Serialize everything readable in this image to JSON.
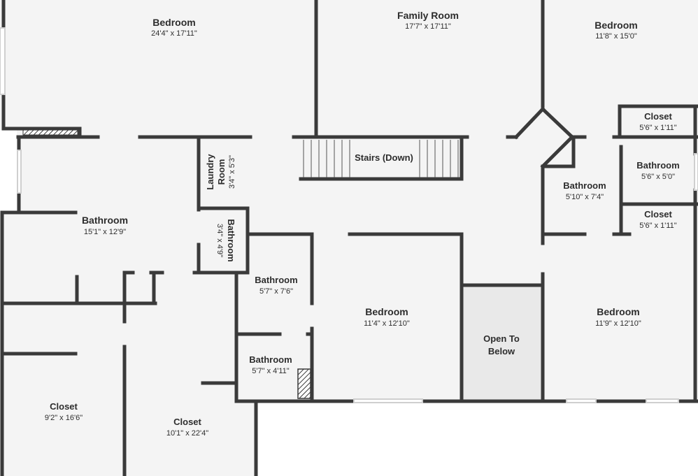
{
  "rooms": {
    "bedroom_nw": {
      "name": "Bedroom",
      "dims": "24'4\" x 17'11\""
    },
    "family_room": {
      "name": "Family Room",
      "dims": "17'7\" x 17'11\""
    },
    "bedroom_ne": {
      "name": "Bedroom",
      "dims": "11'8\" x 15'0\""
    },
    "closet_ne1": {
      "name": "Closet",
      "dims": "5'6\" x 1'11\""
    },
    "bathroom_ne": {
      "name": "Bathroom",
      "dims": "5'6\" x 5'0\""
    },
    "closet_ne2": {
      "name": "Closet",
      "dims": "5'6\" x 1'11\""
    },
    "bathroom_e": {
      "name": "Bathroom",
      "dims": "5'10\" x 7'4\""
    },
    "stairs": {
      "name": "Stairs (Down)"
    },
    "laundry": {
      "name_line1": "Laundry",
      "name_line2": "Room",
      "dims": "3'4\" x 5'3\""
    },
    "bathroom_w": {
      "name": "Bathroom",
      "dims": "15'1\" x 12'9\""
    },
    "bathroom_sm": {
      "name": "Bathroom",
      "dims": "3'4\" x 4'9\""
    },
    "bathroom_c1": {
      "name": "Bathroom",
      "dims": "5'7\" x 7'6\""
    },
    "bathroom_c2": {
      "name": "Bathroom",
      "dims": "5'7\" x 4'11\""
    },
    "bedroom_c": {
      "name": "Bedroom",
      "dims": "11'4\" x 12'10\""
    },
    "open_below": {
      "name_line1": "Open To",
      "name_line2": "Below"
    },
    "bedroom_se": {
      "name": "Bedroom",
      "dims": "11'9\" x 12'10\""
    },
    "closet_sw1": {
      "name": "Closet",
      "dims": "9'2\" x 16'6\""
    },
    "closet_sw2": {
      "name": "Closet",
      "dims": "10'1\" x 22'4\""
    }
  },
  "colors": {
    "wall": "#3a3a3a",
    "floor": "#f4f4f4",
    "open_below": "#e9e9e9",
    "window": "#cfcfcf"
  }
}
